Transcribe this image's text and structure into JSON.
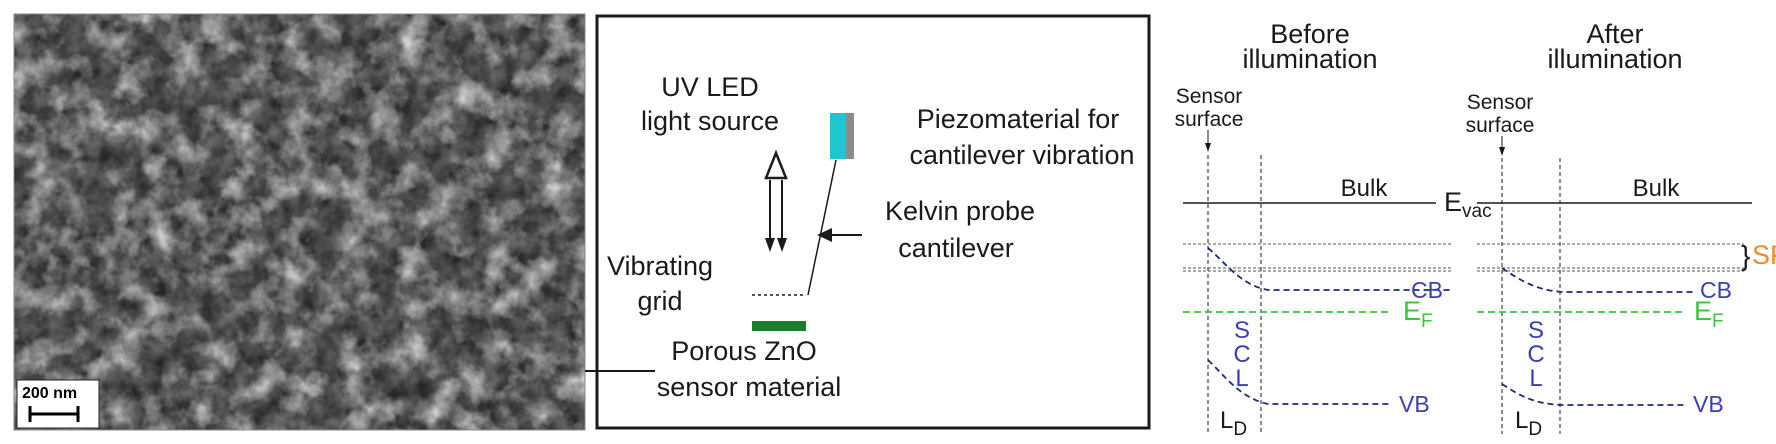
{
  "sem_panel": {
    "scale_bar_label": "200 nm"
  },
  "setup_panel": {
    "uv_led_line1": "UV LED",
    "uv_led_line2": "light source",
    "piezo_line1": "Piezomaterial for",
    "piezo_line2": "cantilever vibration",
    "kelvin_line1": "Kelvin probe",
    "kelvin_line2": "cantilever",
    "grid_line1": "Vibrating",
    "grid_line2": "grid",
    "sample_line1": "Porous ZnO",
    "sample_line2": "sensor material",
    "colors": {
      "piezo_cyan": "#1ec8d0",
      "piezo_gray": "#8c8c8c",
      "sample_green": "#1e7d2a"
    }
  },
  "band_panel_before": {
    "title_line1": "Before",
    "title_line2": "illumination",
    "surface_line1": "Sensor",
    "surface_line2": "surface",
    "bulk": "Bulk",
    "evac_main": "E",
    "evac_sub": "vac",
    "cb": "CB",
    "ef_main": "E",
    "ef_sub": "F",
    "vb": "VB",
    "scl": [
      "S",
      "C",
      "L"
    ],
    "ld_main": "L",
    "ld_sub": "D"
  },
  "band_panel_after": {
    "title_line1": "After",
    "title_line2": "illumination",
    "surface_line1": "Sensor",
    "surface_line2": "surface",
    "bulk": "Bulk",
    "spv": "SPV",
    "cb": "CB",
    "ef_main": "E",
    "ef_sub": "F",
    "vb": "VB",
    "scl": [
      "S",
      "C",
      "L"
    ],
    "ld_main": "L",
    "ld_sub": "D"
  },
  "colors": {
    "band_blue": "#3a3fb0",
    "fermi_green": "#3cc43c",
    "spv_orange": "#f08a24",
    "line_dark": "#1a1a1a"
  }
}
